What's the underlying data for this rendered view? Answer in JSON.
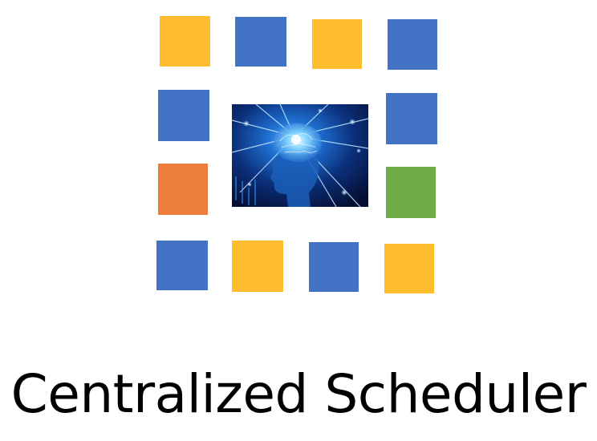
{
  "caption": "Centralized Scheduler",
  "colors": {
    "yellow": "#FDBD2F",
    "blue": "#4472C4",
    "orange": "#ED7D3B",
    "green": "#70AD47"
  },
  "squares": [
    {
      "name": "square-top-1",
      "color": "yellow"
    },
    {
      "name": "square-top-2",
      "color": "blue"
    },
    {
      "name": "square-top-3",
      "color": "yellow"
    },
    {
      "name": "square-top-4",
      "color": "blue"
    },
    {
      "name": "square-left-1",
      "color": "blue"
    },
    {
      "name": "square-left-2",
      "color": "orange"
    },
    {
      "name": "square-right-1",
      "color": "blue"
    },
    {
      "name": "square-right-2",
      "color": "green"
    },
    {
      "name": "square-bottom-1",
      "color": "blue"
    },
    {
      "name": "square-bottom-2",
      "color": "yellow"
    },
    {
      "name": "square-bottom-3",
      "color": "blue"
    },
    {
      "name": "square-bottom-4",
      "color": "yellow"
    }
  ],
  "center_image": "glowing-brain-head-icon"
}
